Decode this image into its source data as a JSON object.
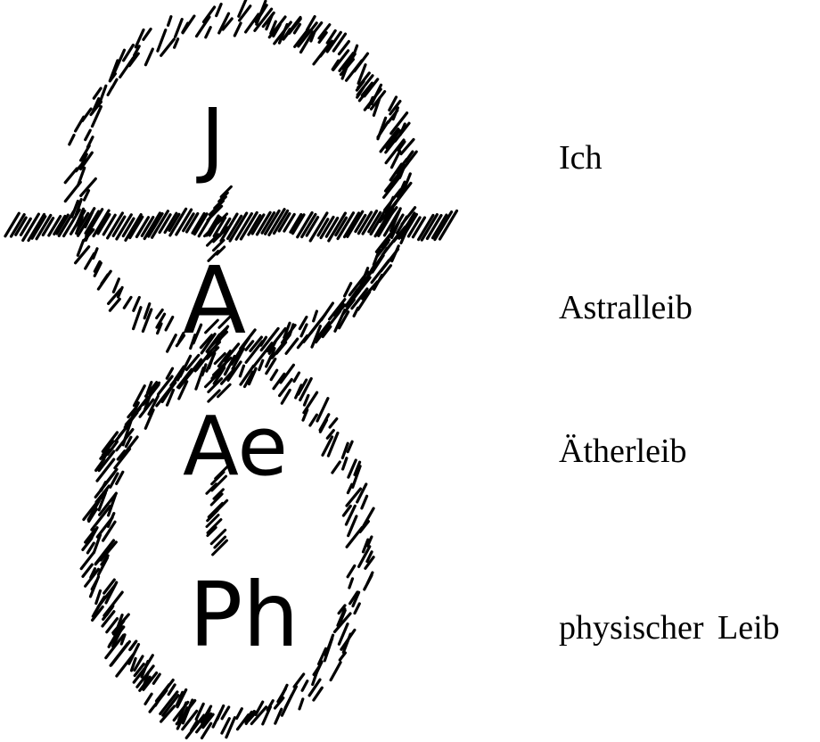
{
  "diagram": {
    "ink_color": "#000000",
    "background": "#ffffff",
    "letters": {
      "ich": "J",
      "astral": "A",
      "aether": "Ae",
      "physical": "Ph"
    }
  },
  "labels": {
    "ich": "Ich",
    "astral": "Astralleib",
    "aether": "Ätherleib",
    "physical": "physischer Leib"
  }
}
